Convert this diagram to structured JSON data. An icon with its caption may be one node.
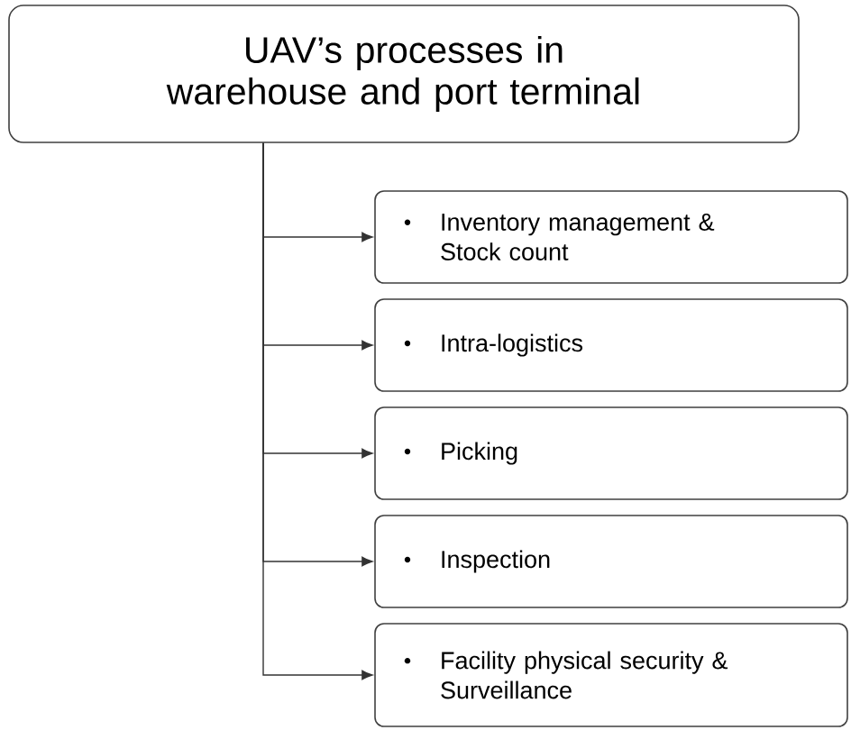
{
  "diagram": {
    "nodes": [
      {
        "text": [
          "UAV’s processes in warehouse and port terminal"
        ]
      },
      {
        "text": [
          "Inventory management & Stock count"
        ]
      },
      {
        "text": [
          "Intra-logistics"
        ]
      },
      {
        "text": [
          "Picking"
        ]
      },
      {
        "text": [
          "Inspection"
        ]
      },
      {
        "text": [
          "Facility physical security & Surveillance"
        ]
      }
    ],
    "edges": [
      {
        "from": 0,
        "to": 1,
        "arrow": "to"
      },
      {
        "from": 0,
        "to": 2,
        "arrow": "to"
      },
      {
        "from": 0,
        "to": 3,
        "arrow": "to"
      },
      {
        "from": 0,
        "to": 4,
        "arrow": "to"
      },
      {
        "from": 0,
        "to": 5,
        "arrow": "to"
      }
    ]
  }
}
